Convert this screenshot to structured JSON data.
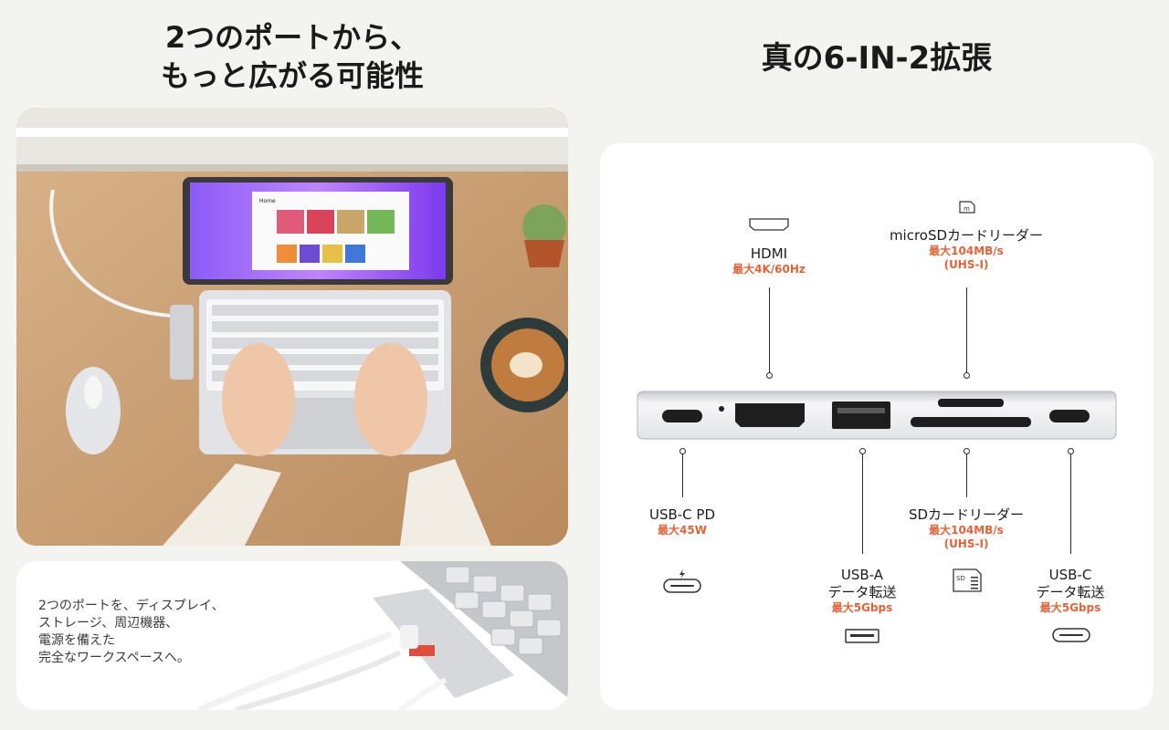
{
  "left_heading": {
    "line1": "2つのポートから、",
    "line2": "もっと広がる可能性"
  },
  "right_heading": "真の6-IN-2拡張",
  "caption_lines": [
    "2つのポートを、ディスプレイ、",
    "ストレージ、周辺機器、",
    "電源を備えた",
    "完全なワークスペースへ。"
  ],
  "ports": {
    "hdmi": {
      "name": "HDMI",
      "spec": "最大4K/60Hz"
    },
    "microsd": {
      "name": "microSDカードリーダー",
      "spec": "最大104MB/s",
      "spec2": "(UHS-I)"
    },
    "usbc_pd": {
      "name": "USB-C PD",
      "spec": "最大45W"
    },
    "usba": {
      "name": "USB-A",
      "name2": "データ転送",
      "spec": "最大5Gbps"
    },
    "sd": {
      "name": "SDカードリーダー",
      "spec": "最大104MB/s",
      "spec2": "(UHS-I)"
    },
    "usbc": {
      "name": "USB-C",
      "name2": "データ転送",
      "spec": "最大5Gbps"
    }
  },
  "icons": {
    "sd_card_label": "SD",
    "microsd_label": "m"
  },
  "screen": {
    "app_title": "Home"
  },
  "colors": {
    "accent": "#e0643a",
    "background": "#f3f3ef",
    "card": "#ffffff"
  }
}
